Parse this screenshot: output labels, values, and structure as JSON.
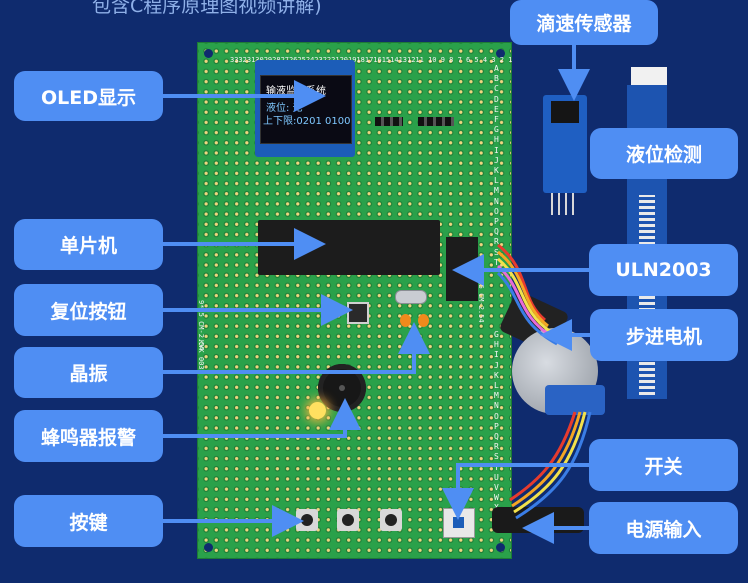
{
  "header_text": "包含C程序原理图视频讲解)",
  "labels": {
    "oled": "OLED显示",
    "mcu": "单片机",
    "reset": "复位按钮",
    "crystal": "晶振",
    "buzzer": "蜂鸣器报警",
    "keys": "按键",
    "drip_sensor": "滴速传感器",
    "level_detect": "液位检测",
    "uln": "ULN2003",
    "stepper": "步进电机",
    "switch": "开关",
    "power": "电源输入"
  },
  "oled_screen": {
    "line1": "输液监控系统",
    "line2": "液位: 无",
    "line3": "上下限:0201 0100"
  },
  "pcb": {
    "top_numbers": "3332313029282726252423222120191817161514131211 10 9 8 7 6 5 4 3 2 1",
    "letters_top": "ABCDEFGHIJKLMNOPQRST",
    "letters_bottom": "GHIJKLMNOPQRSTUVWXYZ",
    "side_text_1": "9*15 CM-2.54",
    "side_text_2": "KYK 0038"
  },
  "colors": {
    "background": "#0f2b6e",
    "label_fill": "#4f8ef3",
    "arrow": "#4f8ef3",
    "pcb_green": "#2aa14a"
  }
}
